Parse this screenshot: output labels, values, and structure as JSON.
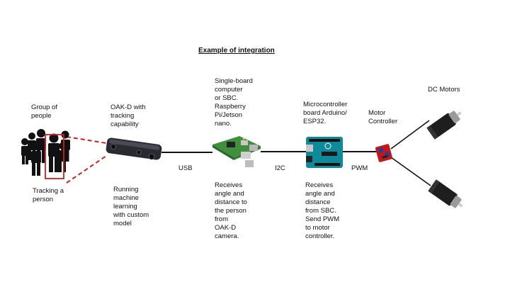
{
  "title": "Example of integration",
  "labels": {
    "group": "Group of\npeople",
    "tracking": "Tracking a\nperson",
    "oak": "OAK-D with\ntracking\ncapability",
    "oak_desc": "Running\nmachine\nlearning\nwith custom\nmodel",
    "sbc": "Single-board\ncomputer\nor SBC.\nRaspberry\nPi/Jetson\nnano.",
    "sbc_desc": "Receives\nangle and\ndistance to\nthe person\nfrom\nOAK-D\ncamera.",
    "mcu": "Microcontroller\nboard Arduino/\nESP32.",
    "mcu_desc": "Receives\nangle and\ndistance\nfrom SBC.\nSend PWM\nto motor\ncontroller.",
    "motor_ctrl": "Motor\nController",
    "dc_motors": "DC Motors"
  },
  "connections": {
    "usb": "USB",
    "i2c": "I2C",
    "pwm": "PWM"
  },
  "colors": {
    "tracking_box": "#d22020",
    "pcb_green": "#3f8f3c",
    "arduino_teal": "#0f8a9a",
    "controller_red": "#c01818",
    "line": "#111111"
  },
  "icons": [
    "people-group-icon",
    "oak-d-camera-icon",
    "raspberry-pi-icon",
    "arduino-board-icon",
    "motor-controller-icon",
    "dc-motor-icon"
  ]
}
